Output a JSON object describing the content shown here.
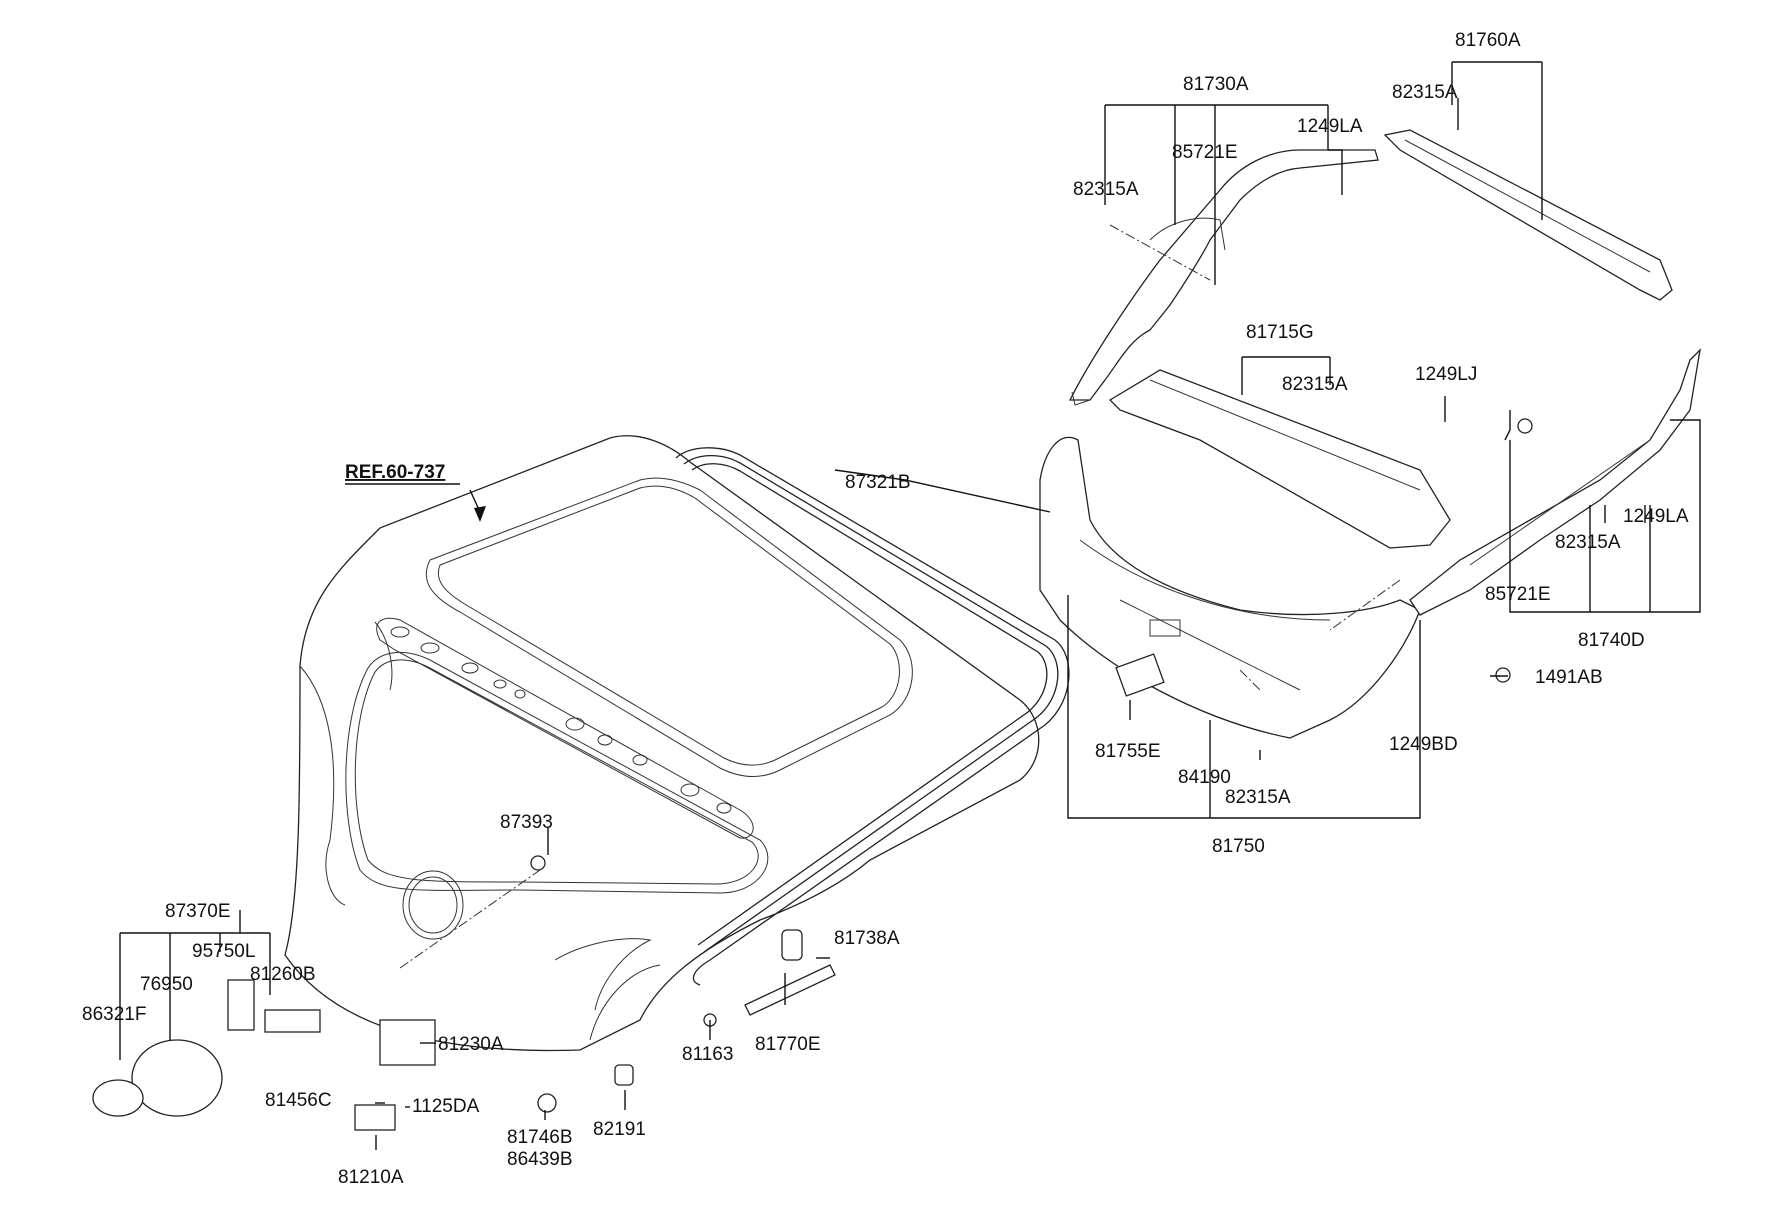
{
  "diagram": {
    "ref_label": "REF.60-737",
    "part_labels": {
      "p81760A": "81760A",
      "p81730A": "81730A",
      "p82315A_top": "82315A",
      "p1249LA_top": "1249LA",
      "p85721E_top": "85721E",
      "p82315A_left": "82315A",
      "p81715G": "81715G",
      "p82315A_mid": "82315A",
      "p1249LJ": "1249LJ",
      "p87321B": "87321B",
      "p1249LA_right": "1249LA",
      "p82315A_right": "82315A",
      "p85721E_right": "85721E",
      "p81740D": "81740D",
      "p1491AB": "1491AB",
      "p1249BD": "1249BD",
      "p81755E": "81755E",
      "p84190": "84190",
      "p82315A_bottom": "82315A",
      "p81750": "81750",
      "p87393": "87393",
      "p87370E": "87370E",
      "p95750L": "95750L",
      "p76950": "76950",
      "p81260B": "81260B",
      "p86321F": "86321F",
      "p81738A": "81738A",
      "p81230A": "81230A",
      "p81163": "81163",
      "p81770E": "81770E",
      "p81456C": "81456C",
      "p1125DA": "1125DA",
      "p81746B": "81746B",
      "p86439B": "86439B",
      "p82191": "82191",
      "p81210A": "81210A"
    }
  }
}
